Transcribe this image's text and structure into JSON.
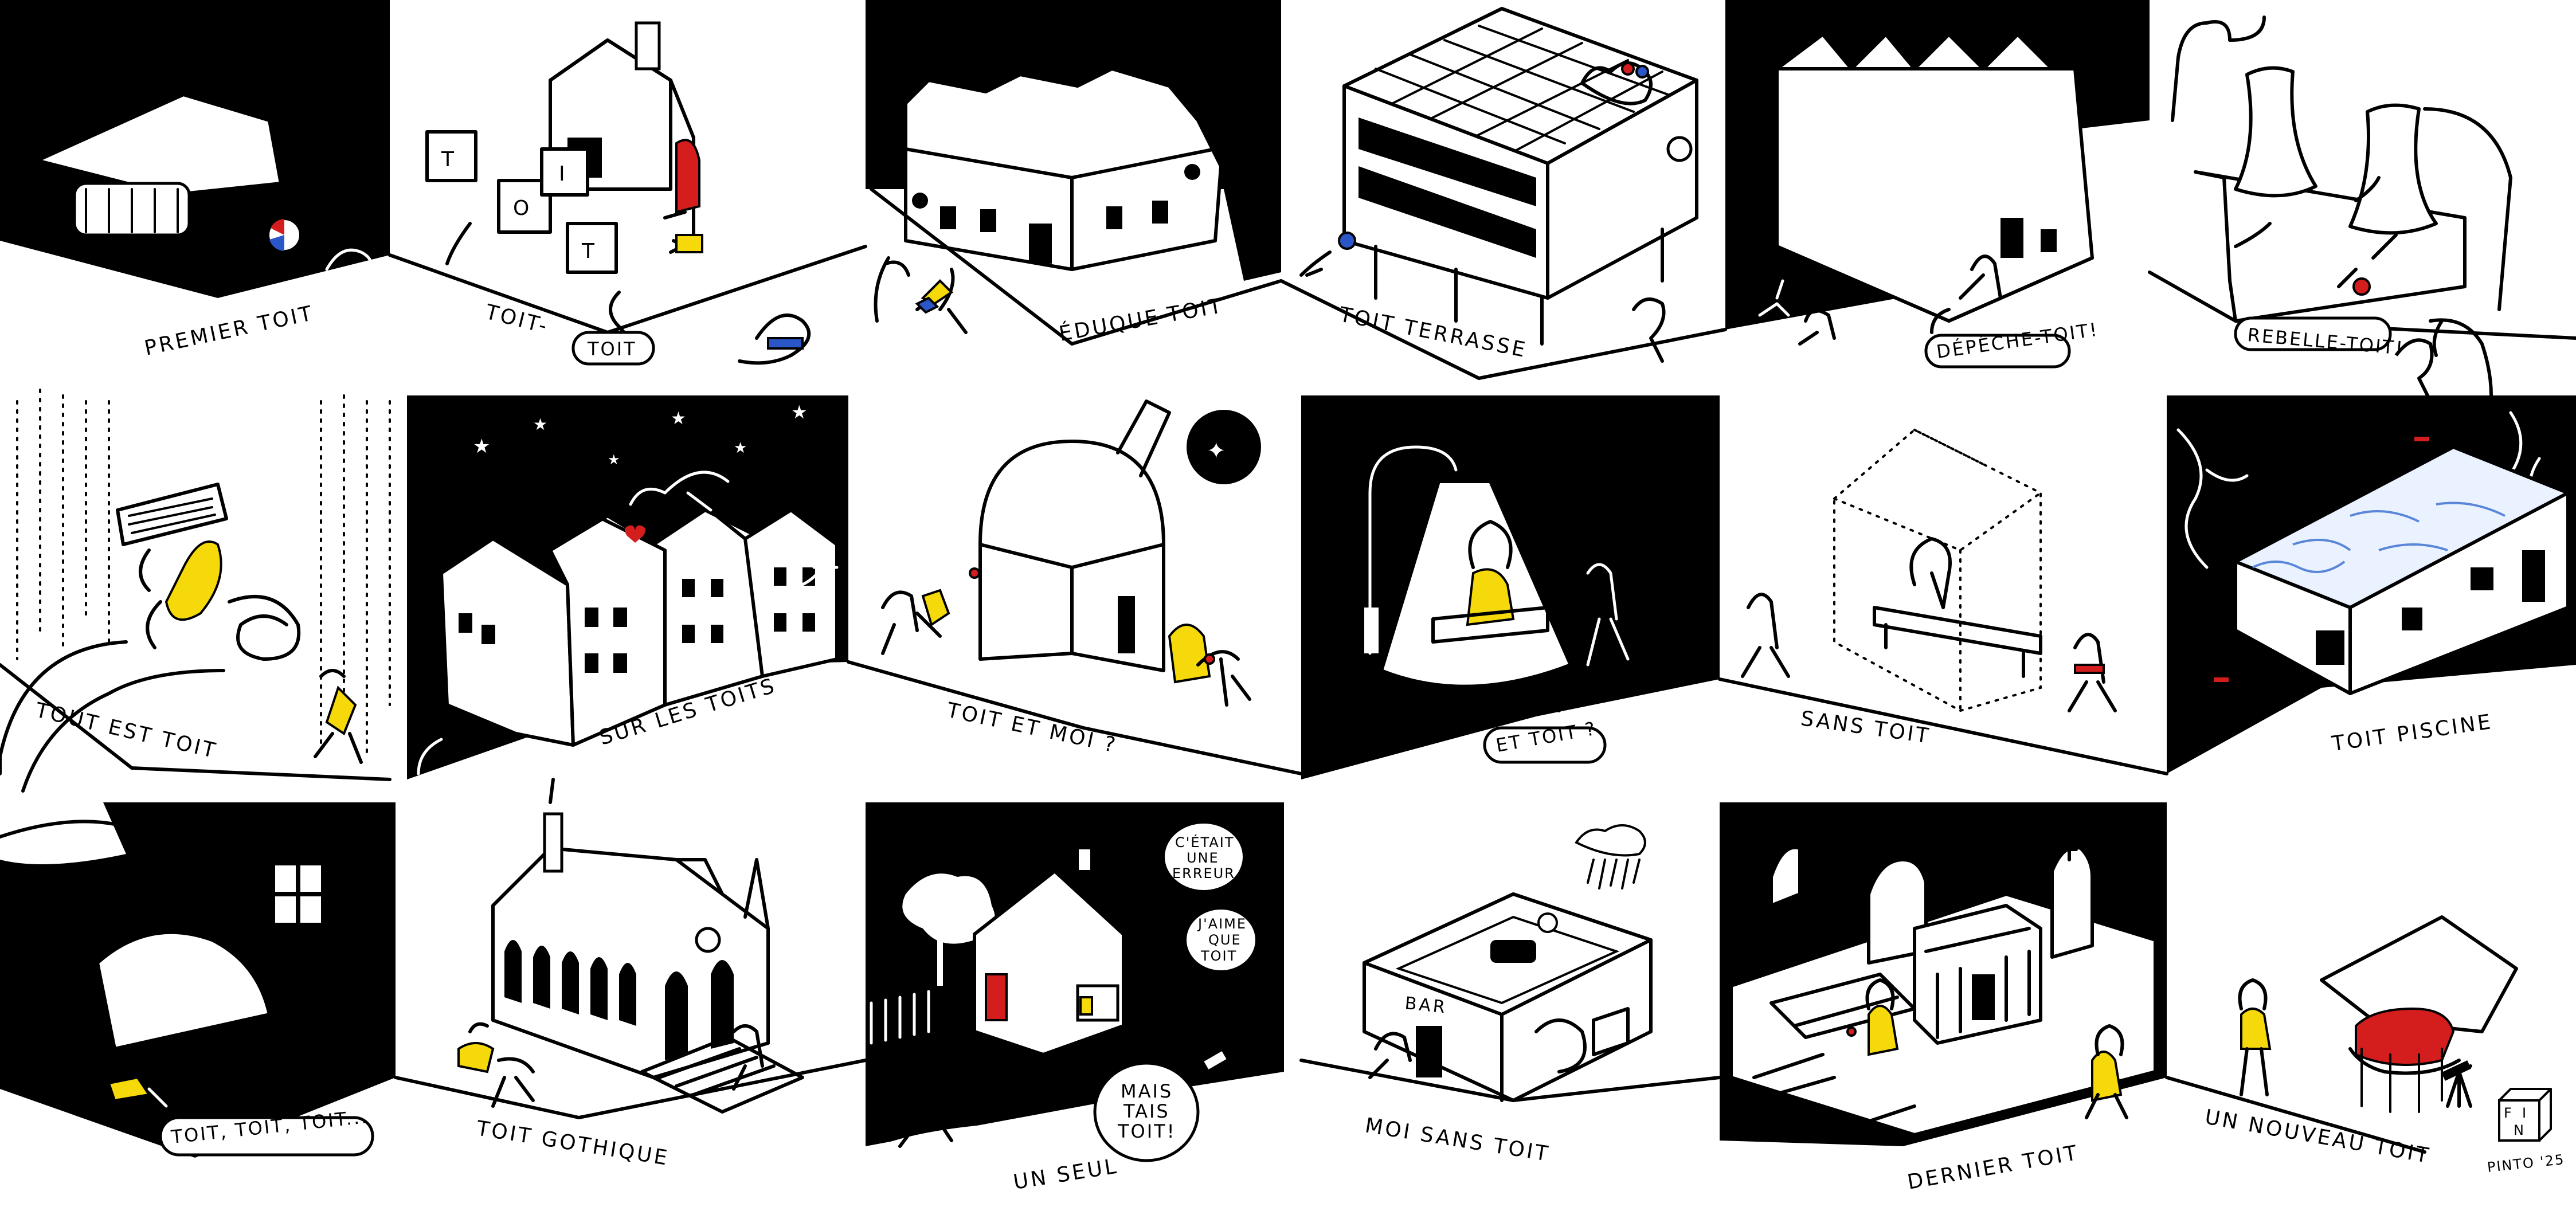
{
  "panels": [
    {
      "caption": "PREMIER TOIT"
    },
    {
      "caption": "TOIT-",
      "bubble": "TOIT"
    },
    {
      "caption": "ÉDUQUE-TOIT"
    },
    {
      "caption": "TOIT TERRASSE"
    },
    {
      "bubble": "DÉPÊCHE-TOIT!"
    },
    {
      "bubble": "REBELLE-TOIT!"
    },
    {
      "caption": "TOUT EST TOIT"
    },
    {
      "caption": "SUR LES TOITS"
    },
    {
      "caption": "TOIT ET MOI ?"
    },
    {
      "bubble": "ET TOIT ?"
    },
    {
      "caption": "SANS TOIT"
    },
    {
      "caption": "TOIT PISCINE"
    },
    {
      "bubble": "TOIT, TOIT, TOIT..."
    },
    {
      "caption": "TOIT GOTHIQUE"
    },
    {
      "caption": "UN SEUL",
      "bubble_lines": [
        "MAIS",
        "TAIS",
        "TOIT!"
      ],
      "speech_lines": [
        "C'ÉTAIT",
        "UNE",
        "ERREUR...",
        "J'AIME",
        "QUE",
        "TOIT"
      ]
    },
    {
      "caption": "MOI SANS TOIT",
      "sign": "BAR"
    },
    {
      "caption": "DERNIER TOIT"
    },
    {
      "caption": "UN NOUVEAU TOIT"
    }
  ],
  "block_letters": [
    "T",
    "O",
    "I",
    "T"
  ],
  "monogram": [
    "F",
    "I",
    "N"
  ],
  "signature": "PINTO '25",
  "colors": {
    "ink": "#000000",
    "paper": "#ffffff",
    "yellow": "#f5d90a",
    "red": "#d41e1e",
    "blue": "#2a56c8"
  }
}
